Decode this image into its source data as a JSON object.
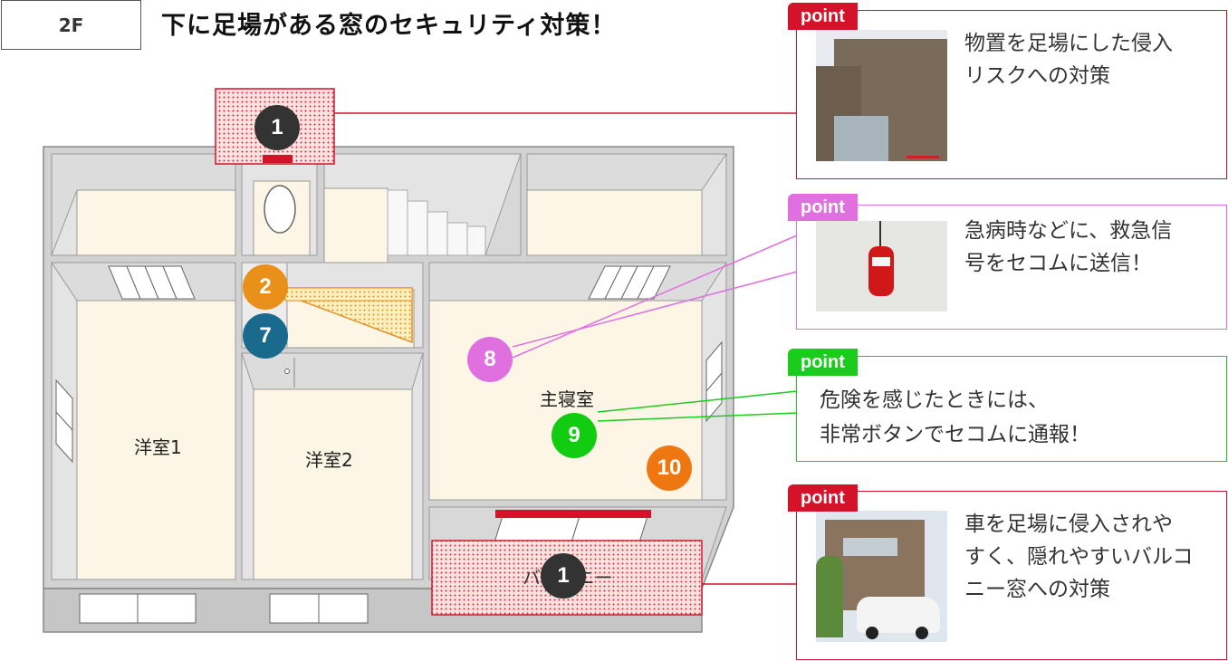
{
  "floor_label": "2F",
  "title": "下に足場がある窓のセキュリティ対策！",
  "rooms": {
    "room1": "洋室1",
    "room2": "洋室2",
    "master": "主寝室",
    "balcony": "バルコニー"
  },
  "markers": {
    "m1_top": "1",
    "m2": "2",
    "m7": "7",
    "m8": "8",
    "m9": "9",
    "m10": "10",
    "m1_bottom": "1"
  },
  "callouts": [
    {
      "tag": "point",
      "text_line1": "物置を足場にした侵入",
      "text_line2": "リスクへの対策",
      "text_line3": "",
      "color": "#d4122a"
    },
    {
      "tag": "point",
      "text_line1": "急病時などに、救急信",
      "text_line2": "号をセコムに送信！",
      "text_line3": "",
      "color": "#e070e0"
    },
    {
      "tag": "point",
      "text_line1": "危険を感じたときには、",
      "text_line2": "非常ボタンでセコムに通報！",
      "text_line3": "",
      "color": "#1ccc1c"
    },
    {
      "tag": "point",
      "text_line1": "車を足場に侵入されや",
      "text_line2": "すく、隠れやすいバルコ",
      "text_line3": "ニー窓への対策",
      "color": "#d4122a"
    }
  ],
  "colors": {
    "floor": "#fdf6e6",
    "wall": "#d2d2d2",
    "wall_dark": "#a0a0a0",
    "marker_dark": "#333333",
    "marker_orange": "#e8901a",
    "marker_blue": "#1a6a8e",
    "marker_pink": "#e070e0",
    "marker_green": "#11cc11",
    "marker_orange2": "#ee7711"
  }
}
